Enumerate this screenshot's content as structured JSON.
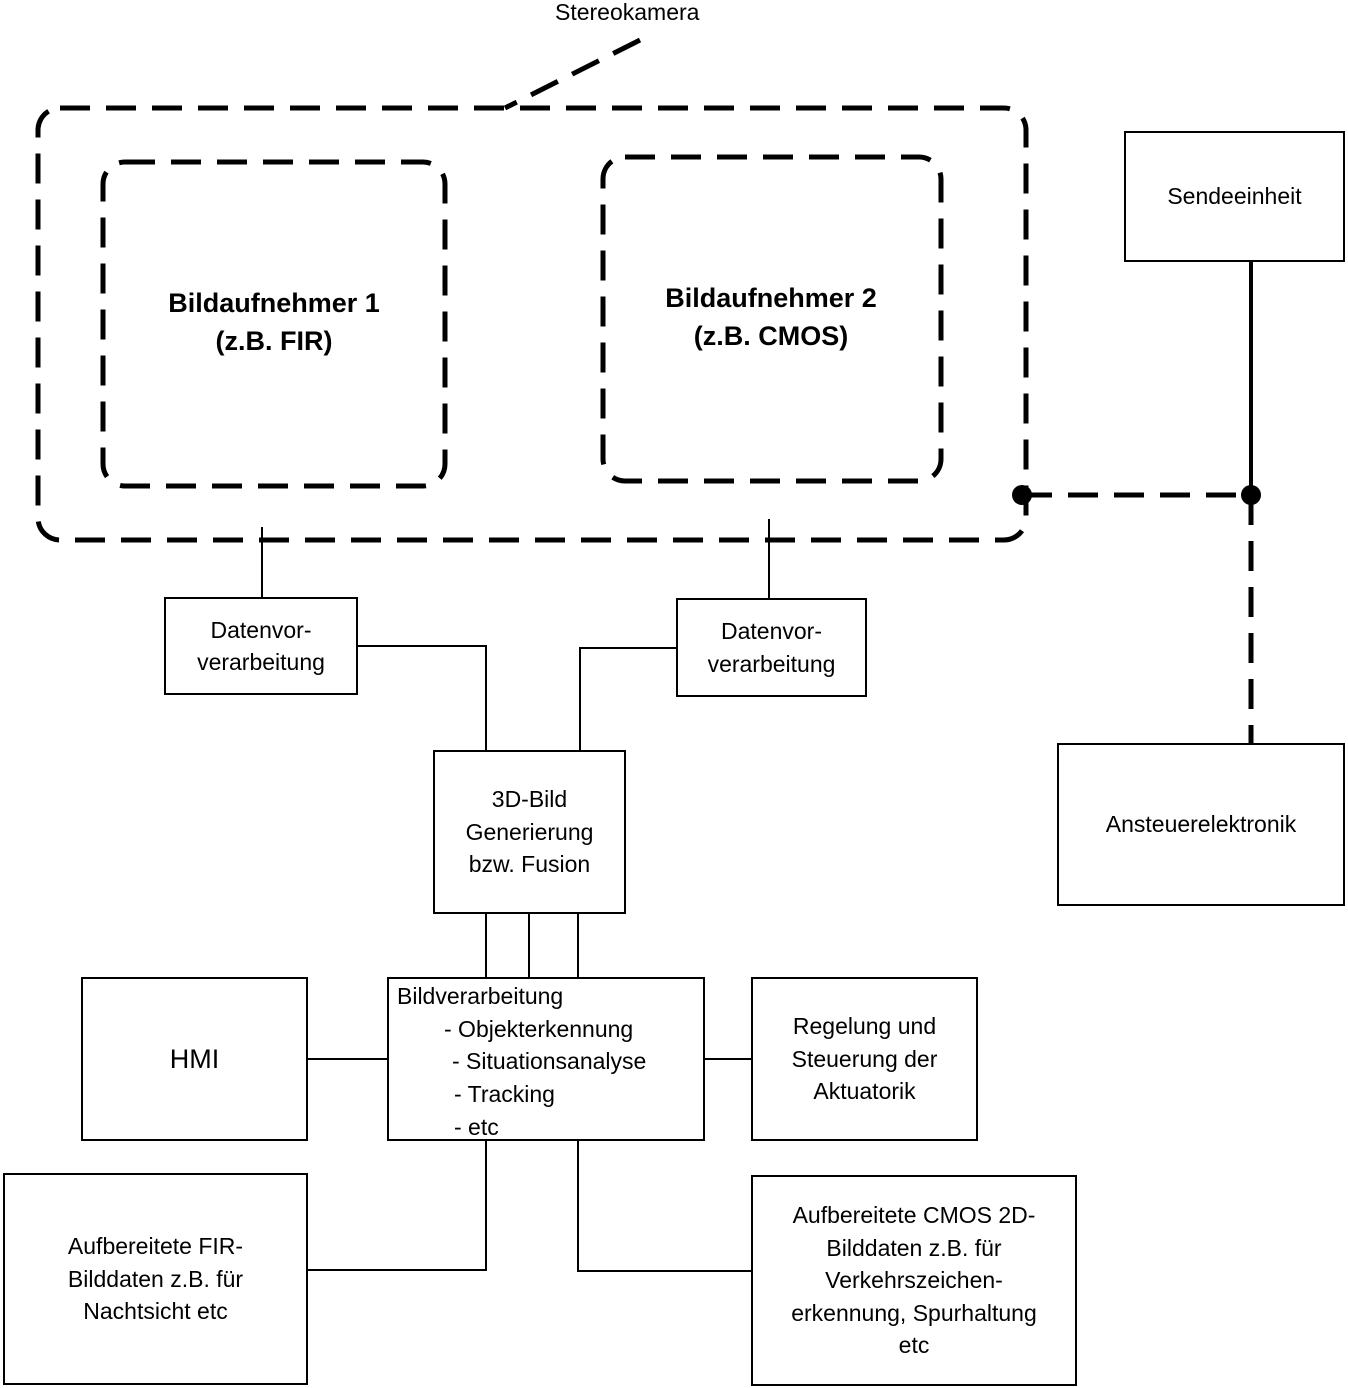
{
  "stereokamera": "Stereokamera",
  "sensor1": {
    "line1": "Bildaufnehmer 1",
    "line2": "(z.B. FIR)"
  },
  "sensor2": {
    "line1": "Bildaufnehmer 2",
    "line2": "(z.B. CMOS)"
  },
  "sendeeinheit": "Sendeeinheit",
  "ansteuerelektronik": "Ansteuerelektronik",
  "pre1": {
    "line1": "Datenvor-",
    "line2": "verarbeitung"
  },
  "pre2": {
    "line1": "Datenvor-",
    "line2": "verarbeitung"
  },
  "fusion": {
    "line1": "3D-Bild",
    "line2": "Generierung",
    "line3": "bzw. Fusion"
  },
  "processing": {
    "title": "Bildverarbeitung",
    "items": [
      "- Objekterkennung",
      "- Situationsanalyse",
      "- Tracking",
      "- etc"
    ]
  },
  "hmi": "HMI",
  "control": {
    "line1": "Regelung und",
    "line2": "Steuerung der",
    "line3": "Aktuatorik"
  },
  "fir_out": {
    "line1": "Aufbereitete FIR-",
    "line2": "Bilddaten z.B. für",
    "line3": "Nachtsicht etc"
  },
  "cmos_out": {
    "line1": "Aufbereitete CMOS 2D-",
    "line2": "Bilddaten z.B. für",
    "line3": "Verkehrszeichen-",
    "line4": "erkennung, Spurhaltung",
    "line5": "etc"
  }
}
